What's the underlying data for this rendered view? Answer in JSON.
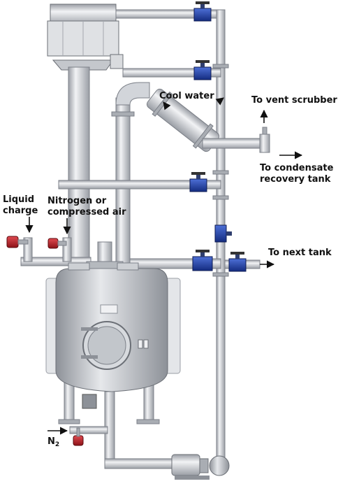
{
  "labels": {
    "liquid_charge_line1": "Liquid",
    "liquid_charge_line2": "charge",
    "nitrogen_line1": "Nitrogen or",
    "nitrogen_line2": "compressed air",
    "cool_water": "Cool water",
    "vent_scrubber": "To vent scrubber",
    "condensate_line1": "To condensate",
    "condensate_line2": "recovery tank",
    "next_tank": "To next tank",
    "n2_main": "N",
    "n2_sub": "2"
  },
  "colors": {
    "pipe": "#d2d5da",
    "pipe_edge": "#7c8088",
    "valve_blue": "#1e3fa8",
    "gauge_red": "#c4262e",
    "vessel": "#c9cdd2",
    "jacket": "#e4e6e9"
  }
}
